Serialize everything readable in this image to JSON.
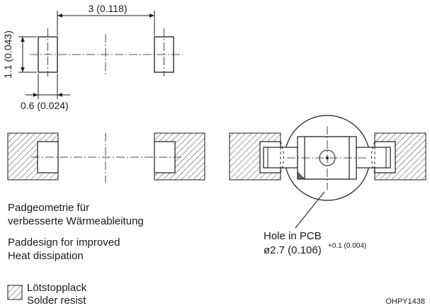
{
  "dimensions": {
    "pad_pitch": "3 (0.118)",
    "pad_height": "1.1 (0.043)",
    "pad_width": "0.6 (0.024)"
  },
  "notes": {
    "german_line1": "Padgeometrie für",
    "german_line2": "verbesserte Wärmeableitung",
    "english_line1": "Paddesign for improved",
    "english_line2": "Heat dissipation"
  },
  "hole": {
    "label": "Hole in PCB",
    "diameter": "ø2.7 (0.106)",
    "tolerance": "+0.1 (0.004)"
  },
  "legend": {
    "line1": "Lötstopplack",
    "line2": "Solder resist"
  },
  "drawing_code": "OHPY1438"
}
